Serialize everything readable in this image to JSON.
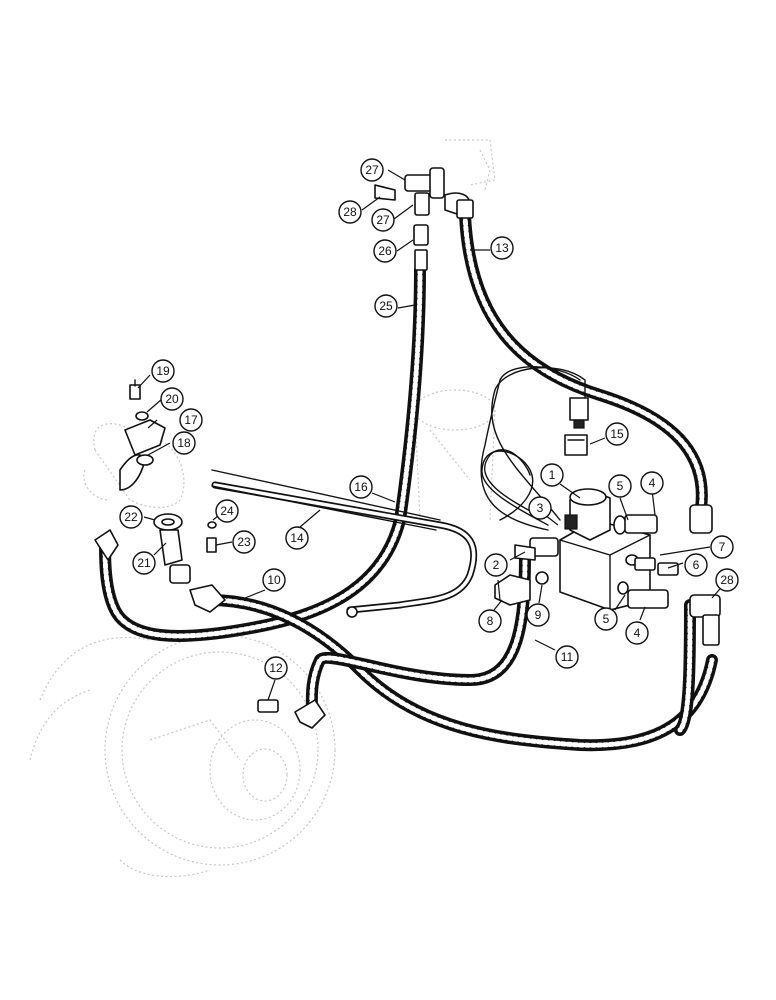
{
  "callouts": [
    {
      "id": "c1",
      "label": "1"
    },
    {
      "id": "c2",
      "label": "2"
    },
    {
      "id": "c3",
      "label": "3"
    },
    {
      "id": "c4a",
      "label": "4"
    },
    {
      "id": "c4b",
      "label": "4"
    },
    {
      "id": "c5a",
      "label": "5"
    },
    {
      "id": "c5b",
      "label": "5"
    },
    {
      "id": "c6",
      "label": "6"
    },
    {
      "id": "c7",
      "label": "7"
    },
    {
      "id": "c8",
      "label": "8"
    },
    {
      "id": "c9",
      "label": "9"
    },
    {
      "id": "c10",
      "label": "10"
    },
    {
      "id": "c11",
      "label": "11"
    },
    {
      "id": "c12",
      "label": "12"
    },
    {
      "id": "c13",
      "label": "13"
    },
    {
      "id": "c14",
      "label": "14"
    },
    {
      "id": "c15",
      "label": "15"
    },
    {
      "id": "c16",
      "label": "16"
    },
    {
      "id": "c17",
      "label": "17"
    },
    {
      "id": "c18",
      "label": "18"
    },
    {
      "id": "c19",
      "label": "19"
    },
    {
      "id": "c20",
      "label": "20"
    },
    {
      "id": "c21",
      "label": "21"
    },
    {
      "id": "c22",
      "label": "22"
    },
    {
      "id": "c23",
      "label": "23"
    },
    {
      "id": "c24",
      "label": "24"
    },
    {
      "id": "c25",
      "label": "25"
    },
    {
      "id": "c26",
      "label": "26"
    },
    {
      "id": "c27a",
      "label": "27"
    },
    {
      "id": "c27b",
      "label": "27"
    },
    {
      "id": "c28a",
      "label": "28"
    },
    {
      "id": "c28b",
      "label": "28"
    }
  ]
}
